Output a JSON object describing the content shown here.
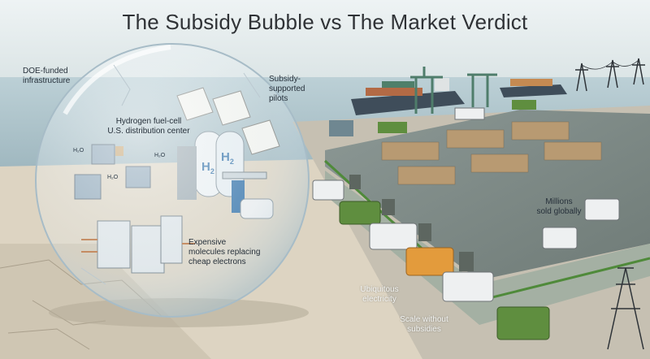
{
  "title": "The Subsidy Bubble vs The Market Verdict",
  "labels": {
    "doe": "DOE-funded\ninfrastructure",
    "center": "Hydrogen fuel-cell\nU.S. distribution center",
    "subsidy_pilots": "Subsidy-\nsupported\npilots",
    "expensive": "Expensive\nmolecules replacing\ncheap electrons",
    "millions": "Millions\nsold globally",
    "ubiquitous": "Ubiquitous\nelectricity",
    "scale": "Scale without\nsubsidies"
  },
  "tank_label": "H",
  "tank_sub": "2",
  "water_label": "H₂O",
  "colors": {
    "sky": "#e6eef1",
    "sea": "#b7ccd2",
    "concrete": "#d8cfbd",
    "building": "#9aa69a",
    "roof": "#7d8a86",
    "green_stripe": "#4f8a3a",
    "van_white": "#eef0f1",
    "van_green": "#5f8e3f",
    "van_orange": "#e39b3c",
    "forklift_blue": "#8ea6b8",
    "forklift_yellow": "#d9b73b"
  },
  "icons": [
    "hydrogen-tank-icon",
    "fuel-pump-icon",
    "forklift-icon",
    "delivery-van-icon",
    "cargo-ship-icon",
    "crane-icon",
    "power-pylon-icon",
    "document-icon"
  ]
}
